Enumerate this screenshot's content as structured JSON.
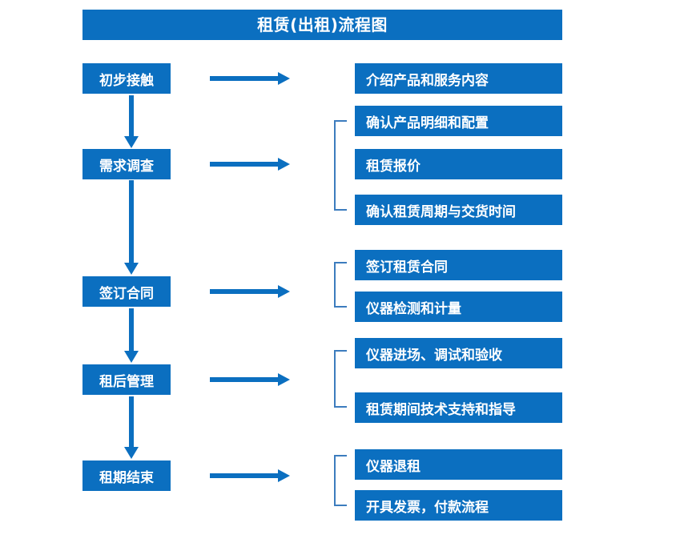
{
  "diagram": {
    "title": "租赁(出租)流程图",
    "colors": {
      "box_fill": "#0B6FC0",
      "box_text": "#FFFFFF",
      "arrow": "#0B6FC0",
      "bracket": "#3C7CBE",
      "background": "#FFFFFF"
    },
    "stages": [
      {
        "id": "stage-1",
        "label": "初步接触"
      },
      {
        "id": "stage-2",
        "label": "需求调查"
      },
      {
        "id": "stage-3",
        "label": "签订合同"
      },
      {
        "id": "stage-4",
        "label": "租后管理"
      },
      {
        "id": "stage-5",
        "label": "租期结束"
      }
    ],
    "details": [
      {
        "id": "detail-1",
        "label": "介绍产品和服务内容"
      },
      {
        "id": "detail-2",
        "label": "确认产品明细和配置"
      },
      {
        "id": "detail-3",
        "label": "租赁报价"
      },
      {
        "id": "detail-4",
        "label": "确认租赁周期与交货时间"
      },
      {
        "id": "detail-5",
        "label": "签订租赁合同"
      },
      {
        "id": "detail-6",
        "label": "仪器检测和计量"
      },
      {
        "id": "detail-7",
        "label": "仪器进场、调试和验收"
      },
      {
        "id": "detail-8",
        "label": "租赁期间技术支持和指导"
      },
      {
        "id": "detail-9",
        "label": "仪器退租"
      },
      {
        "id": "detail-10",
        "label": "开具发票，付款流程"
      }
    ],
    "connections": {
      "stage_to_detail_arrows": 5,
      "stage_flow_arrows": 4,
      "group_brackets": 4
    }
  }
}
